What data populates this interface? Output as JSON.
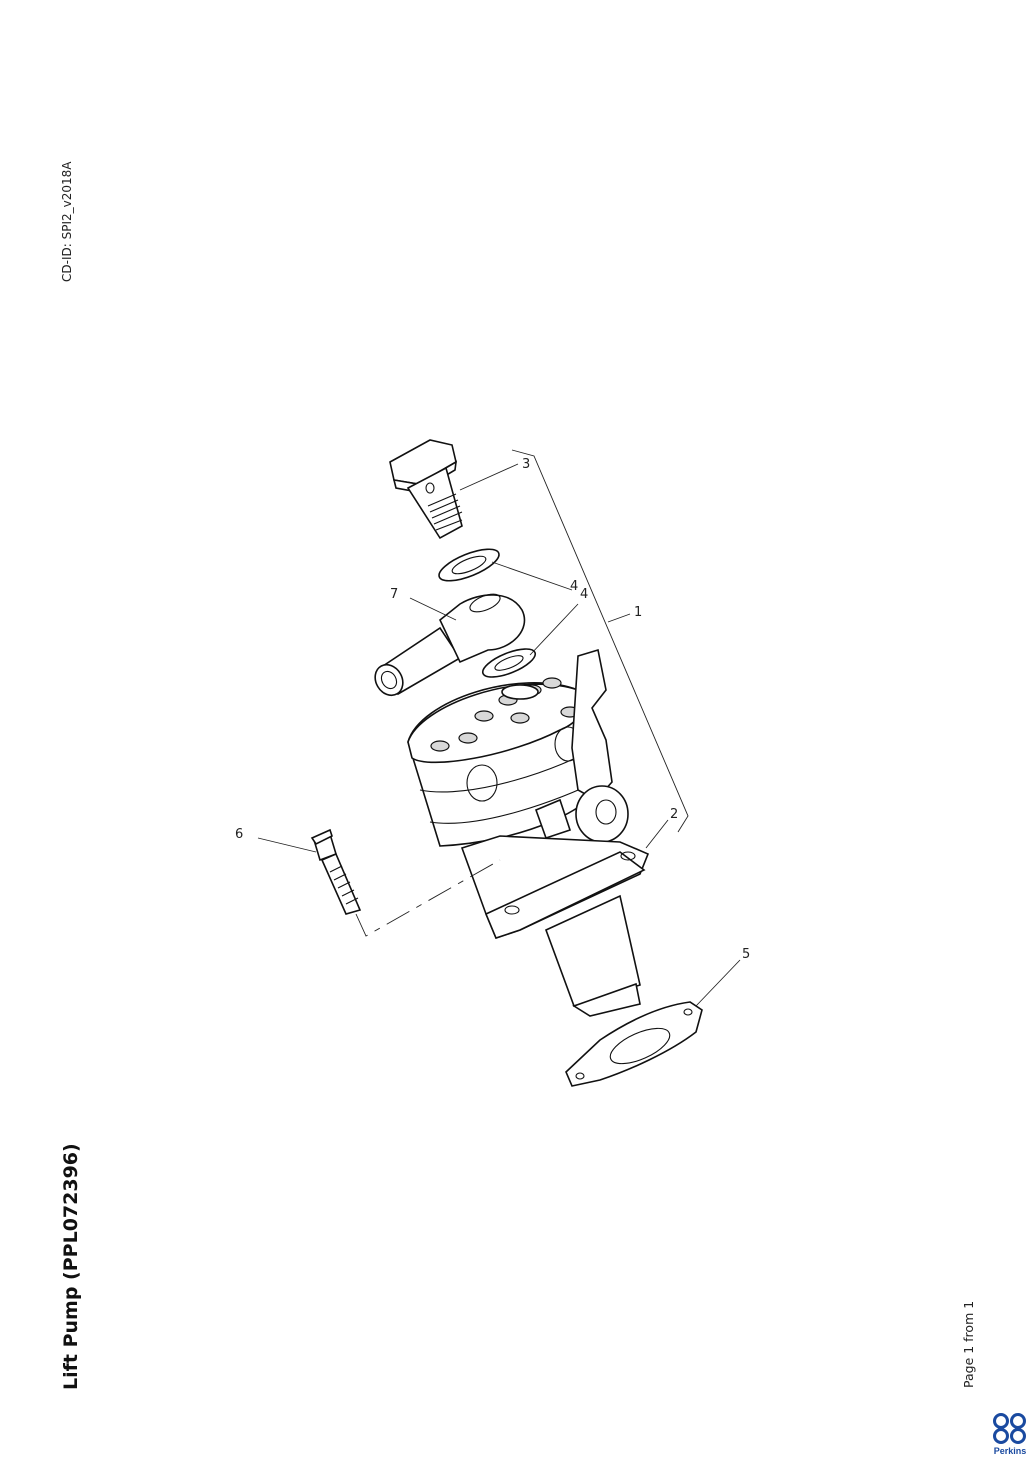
{
  "header": {
    "cd_id": "CD-ID: SPI2_v2018A"
  },
  "title": "Lift Pump (PPL072396)",
  "footer": {
    "page_info": "Page 1 from 1",
    "brand": "Perkins"
  },
  "callouts": [
    {
      "id": "1",
      "label": "1"
    },
    {
      "id": "2",
      "label": "2"
    },
    {
      "id": "3",
      "label": "3"
    },
    {
      "id": "4a",
      "label": "4"
    },
    {
      "id": "4b",
      "label": "4"
    },
    {
      "id": "5",
      "label": "5"
    },
    {
      "id": "6",
      "label": "6"
    },
    {
      "id": "7",
      "label": "7"
    }
  ],
  "colors": {
    "brand": "#1a4aa0",
    "line": "#111111"
  }
}
